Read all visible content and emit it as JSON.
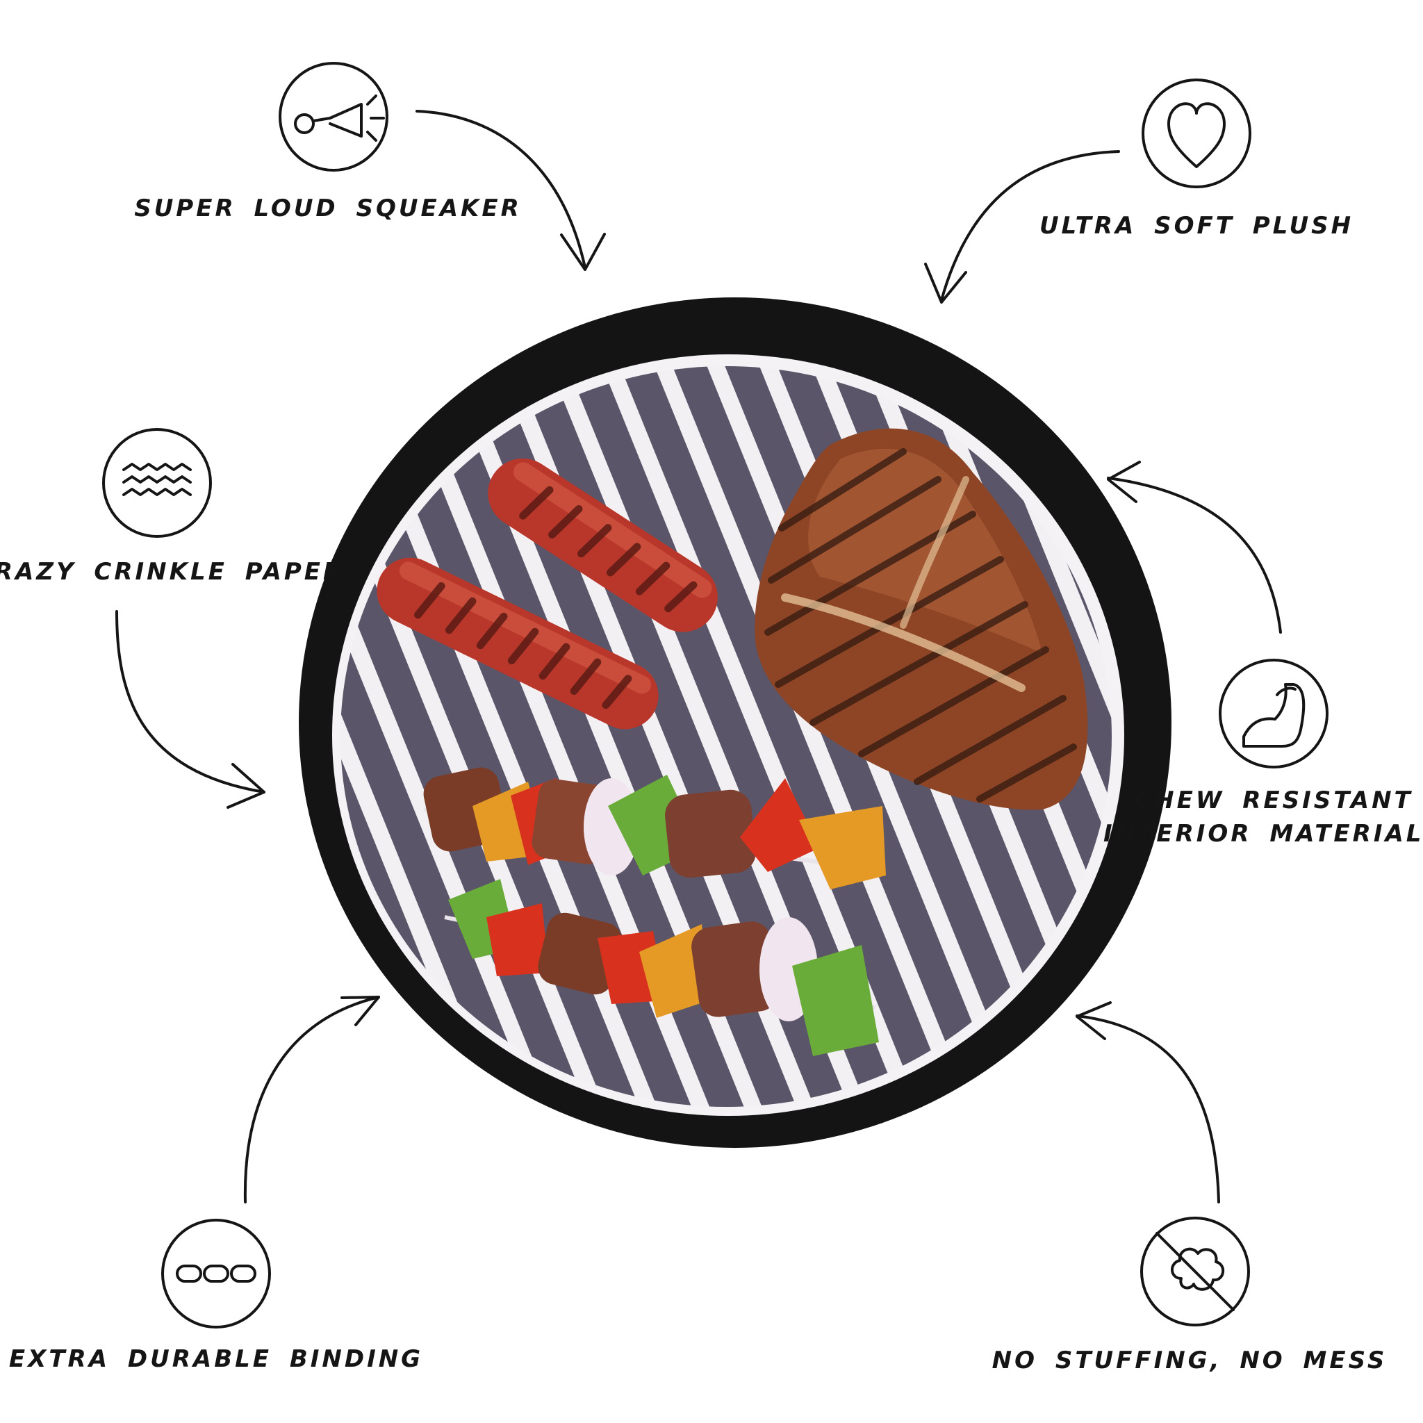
{
  "features": [
    {
      "id": "squeaker",
      "label": "SUPER LOUD SQUEAKER",
      "icon": "horn-icon"
    },
    {
      "id": "plush",
      "label": "ULTRA SOFT PLUSH",
      "icon": "heart-icon"
    },
    {
      "id": "crinkle",
      "label": "CRAZY CRINKLE PAPER",
      "icon": "wave-lines-icon"
    },
    {
      "id": "chew",
      "label_lines": [
        "CHEW RESISTANT",
        "INTERIOR MATERIALS"
      ],
      "icon": "flexed-arm-icon"
    },
    {
      "id": "binding",
      "label": "EXTRA DURABLE BINDING",
      "icon": "chain-link-icon"
    },
    {
      "id": "stuffing",
      "label": "NO STUFFING, NO MESS",
      "icon": "no-stuffing-icon"
    }
  ],
  "product": {
    "name": "grill-plush-toy",
    "items": [
      "sausage",
      "sausage",
      "steak",
      "kebab",
      "kebab"
    ]
  },
  "colors": {
    "ink": "#151515",
    "rim": "#141414",
    "grill_bar": "#5a5569",
    "grill_gap": "#f2f0f3",
    "sausage": "#b8372a",
    "steak": "#8e4526",
    "pepper_green": "#6aac3a",
    "pepper_orange": "#e49a24",
    "tomato": "#d8321f"
  }
}
